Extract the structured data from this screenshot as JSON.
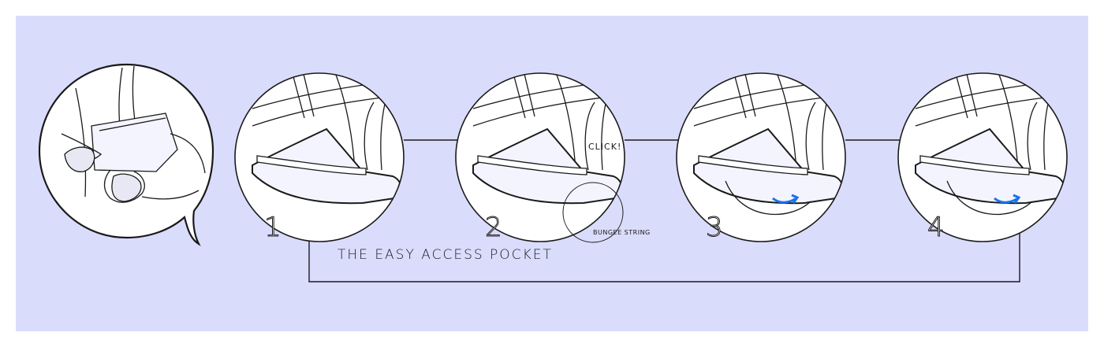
{
  "colors": {
    "background": "#dadcfc",
    "page": "#ffffff",
    "line": "#1a1a1a",
    "accent": "#1a73e8",
    "panel_fill": "#f4f4ff"
  },
  "title": "THE EASY ACCESS POCKET",
  "steps": [
    {
      "number": "1",
      "annotation": ""
    },
    {
      "number": "2",
      "annotation": "CLICK!"
    },
    {
      "number": "3",
      "annotation": ""
    },
    {
      "number": "4",
      "annotation": ""
    }
  ],
  "callout_bungee": "BUNGEE STRING",
  "icons": [
    "hand-with-pocket-illustration",
    "blue-arrow-icon"
  ]
}
